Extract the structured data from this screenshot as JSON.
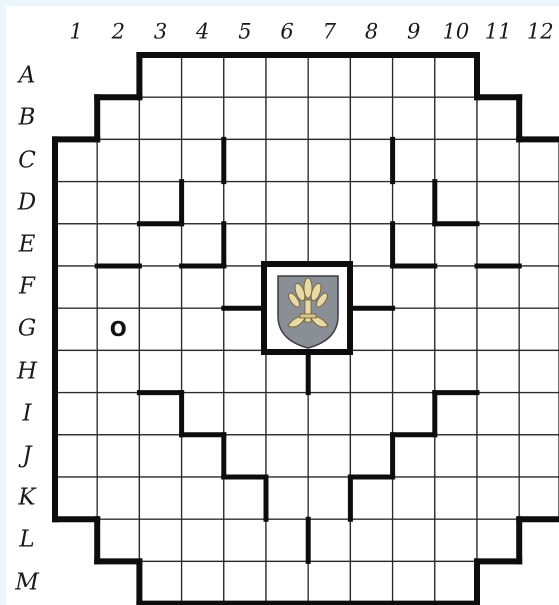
{
  "board": {
    "columns": [
      "1",
      "2",
      "3",
      "4",
      "5",
      "6",
      "7",
      "8",
      "9",
      "10",
      "11",
      "12"
    ],
    "rows": [
      "A",
      "B",
      "C",
      "D",
      "E",
      "F",
      "G",
      "H",
      "I",
      "J",
      "K",
      "L",
      "M"
    ],
    "start_marker": {
      "symbol": "O",
      "row": "G",
      "column": "2"
    },
    "center_emblem": "coat-of-arms",
    "colors": {
      "frame": "#e9f6fc",
      "grid": "#2a2a2a",
      "wall": "#0d0d0d",
      "emblem_shield": "#8a8f95",
      "emblem_wheat": "#e8d9a8"
    }
  }
}
